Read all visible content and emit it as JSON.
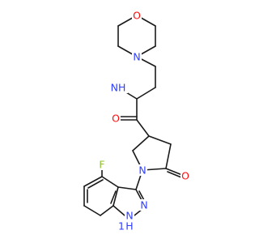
{
  "colors": {
    "bond": "#1a1a1a",
    "oxygen": "#ff0d0d",
    "nitrogen": "#2f3fff",
    "fluorine": "#8fbf2f",
    "background": "#ffffff"
  },
  "molecule": {
    "labels": {
      "morpholine_o": "O",
      "morpholine_n": "N",
      "amide_nh": "NH",
      "amide_o": "O",
      "lactam_n": "N",
      "lactam_o": "O",
      "fluorine": "F",
      "indazole_n2": "N",
      "indazole_nh": "N",
      "indazole_h": "H",
      "indazole_ring_h": "1"
    }
  }
}
